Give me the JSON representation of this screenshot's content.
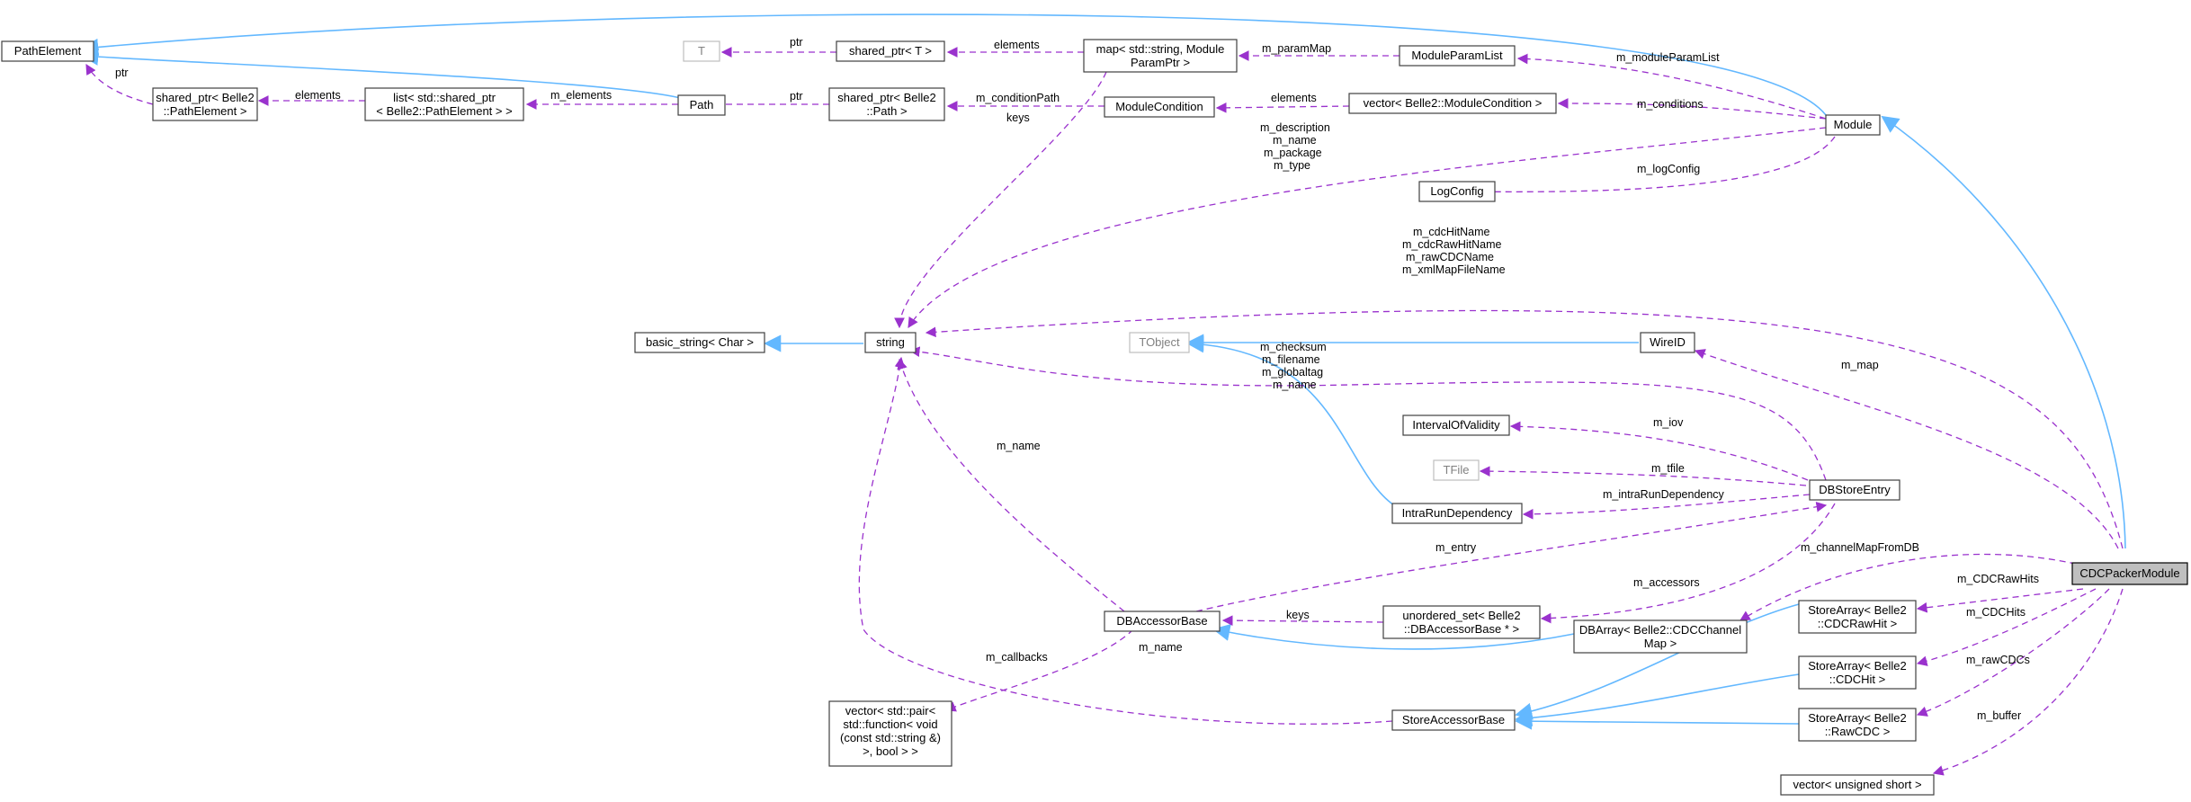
{
  "nodes": {
    "PathElement": "PathElement",
    "shared_ptr_pe_1": "shared_ptr< Belle2",
    "shared_ptr_pe_2": "::PathElement >",
    "list_1": "list< std::shared_ptr",
    "list_2": "< Belle2::PathElement > >",
    "Path": "Path",
    "T": "T",
    "shared_ptr_T": "shared_ptr< T >",
    "shared_ptr_path_1": "shared_ptr< Belle2",
    "shared_ptr_path_2": "::Path >",
    "map_1": "map< std::string, Module",
    "map_2": "ParamPtr >",
    "ModuleParamList": "ModuleParamList",
    "ModuleCondition": "ModuleCondition",
    "vector_mc": "vector< Belle2::ModuleCondition >",
    "Module": "Module",
    "LogConfig": "LogConfig",
    "basic_string": "basic_string< Char >",
    "string": "string",
    "TObject": "TObject",
    "WireID": "WireID",
    "IntervalOfValidity": "IntervalOfValidity",
    "TFile": "TFile",
    "IntraRunDependency": "IntraRunDependency",
    "DBStoreEntry": "DBStoreEntry",
    "CDCPackerModule": "CDCPackerModule",
    "DBAccessorBase": "DBAccessorBase",
    "unordered_set_1": "unordered_set< Belle2",
    "unordered_set_2": "::DBAccessorBase * >",
    "DBArray_1": "DBArray< Belle2::CDCChannel",
    "DBArray_2": "Map >",
    "StoreArray_raw_1": "StoreArray< Belle2",
    "StoreArray_raw_2": "::CDCRawHit >",
    "StoreArray_hit_1": "StoreArray< Belle2",
    "StoreArray_hit_2": "::CDCHit >",
    "StoreArray_rcdc_1": "StoreArray< Belle2",
    "StoreArray_rcdc_2": "::RawCDC >",
    "StoreAccessorBase": "StoreAccessorBase",
    "vector_pair_1": "vector< std::pair<",
    "vector_pair_2": "std::function< void",
    "vector_pair_3": "(const std::string &)",
    "vector_pair_4": ">, bool > >",
    "vector_ushort": "vector< unsigned short >"
  },
  "labels": {
    "ptr_1": "ptr",
    "elements_1": "elements",
    "m_elements": "m_elements",
    "ptr_2": "ptr",
    "ptr_3": "ptr",
    "elements_2": "elements",
    "m_paramMap": "m_paramMap",
    "m_moduleParamList": "m_moduleParamList",
    "m_conditionPath": "m_conditionPath",
    "keys_1": "keys",
    "elements_3": "elements",
    "m_conditions": "m_conditions",
    "module_str_1": "m_description",
    "module_str_2": "m_name",
    "module_str_3": "m_package",
    "module_str_4": "m_type",
    "m_logConfig": "m_logConfig",
    "cdc_str_1": "m_cdcHitName",
    "cdc_str_2": "m_cdcRawHitName",
    "cdc_str_3": "m_rawCDCName",
    "cdc_str_4": "m_xmlMapFileName",
    "db_str_1": "m_checksum",
    "db_str_2": "m_filename",
    "db_str_3": "m_globaltag",
    "db_str_4": "m_name",
    "m_map": "m_map",
    "m_iov": "m_iov",
    "m_tfile": "m_tfile",
    "m_intraRunDependency": "m_intraRunDependency",
    "m_name_dba": "m_name",
    "m_entry": "m_entry",
    "m_channelMapFromDB": "m_channelMapFromDB",
    "m_accessors": "m_accessors",
    "keys_2": "keys",
    "m_CDCRawHits": "m_CDCRawHits",
    "m_CDCHits": "m_CDCHits",
    "m_rawCDCs": "m_rawCDCs",
    "m_callbacks": "m_callbacks",
    "m_name_sab": "m_name",
    "m_buffer": "m_buffer"
  },
  "colors": {
    "usage_edge": "#9a32cd",
    "inheritance_edge": "#63b8ff",
    "focus_fill": "#bfbfbf",
    "external_border": "#bfbfbf"
  }
}
